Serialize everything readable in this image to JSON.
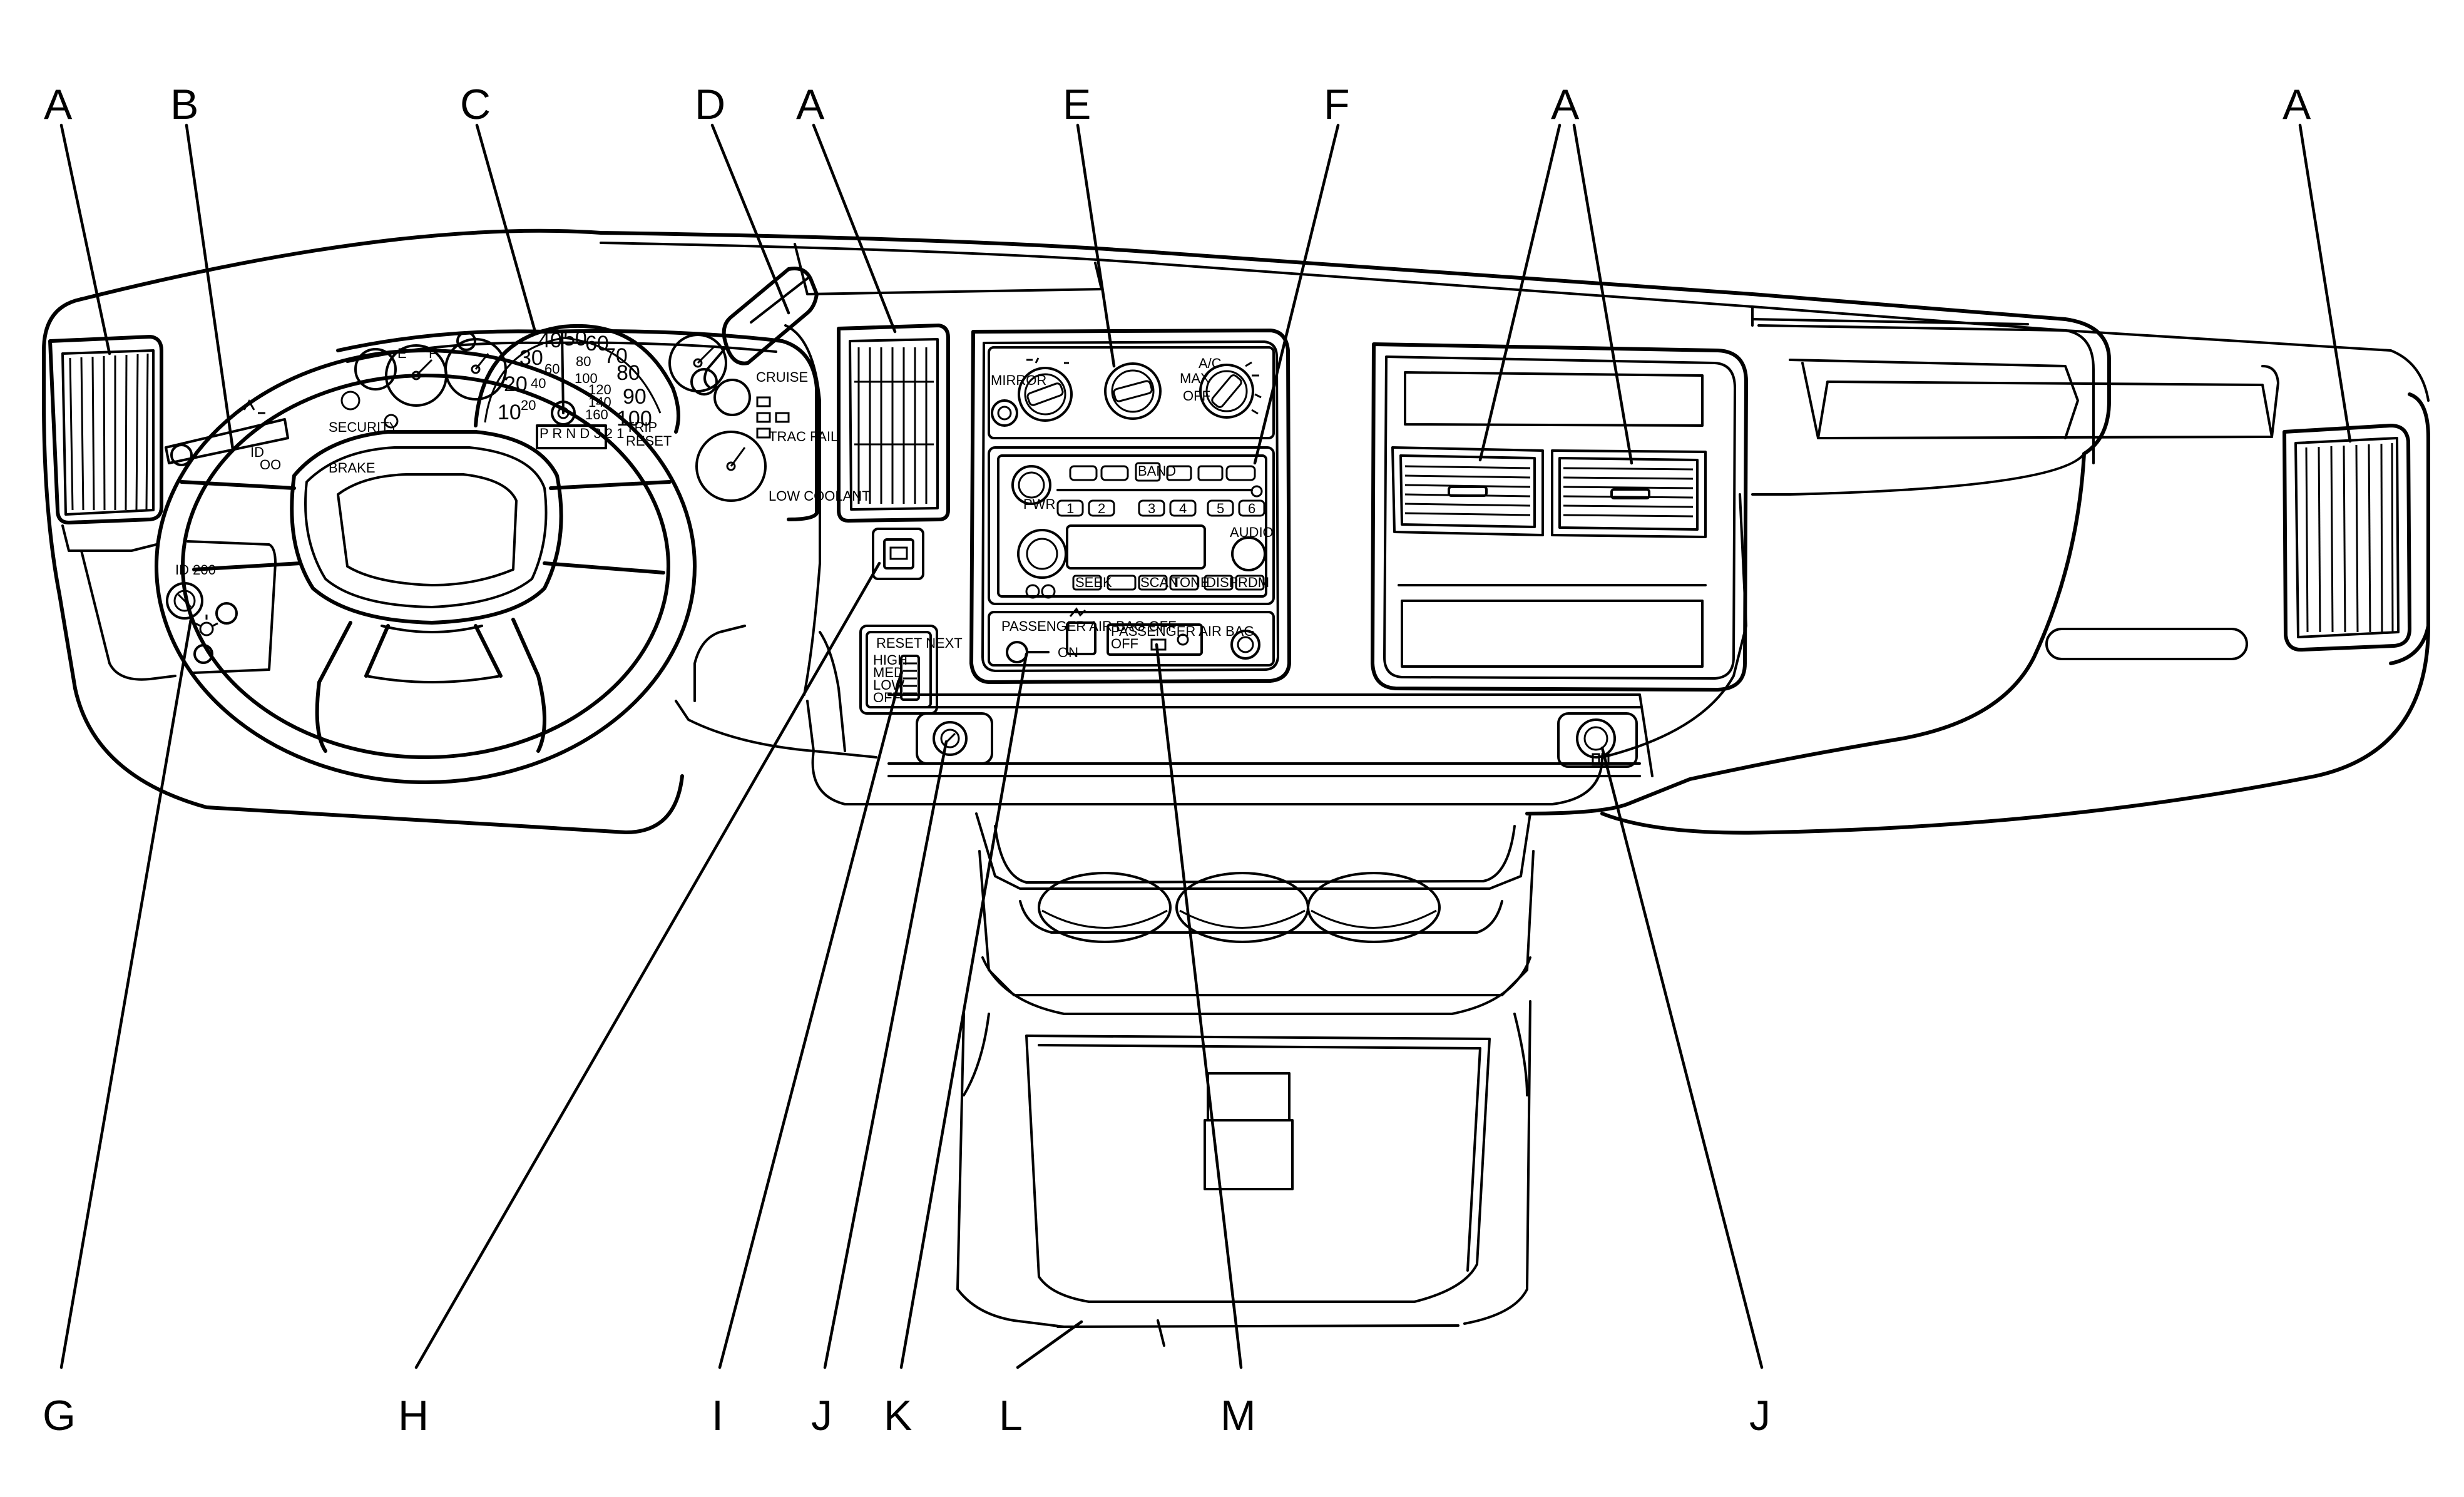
{
  "callouts": {
    "top": [
      {
        "id": "A1",
        "text": "A"
      },
      {
        "id": "B",
        "text": "B"
      },
      {
        "id": "C",
        "text": "C"
      },
      {
        "id": "D",
        "text": "D"
      },
      {
        "id": "A2",
        "text": "A"
      },
      {
        "id": "E",
        "text": "E"
      },
      {
        "id": "F",
        "text": "F"
      },
      {
        "id": "A3",
        "text": "A"
      },
      {
        "id": "A4",
        "text": "A"
      }
    ],
    "bottom": [
      {
        "id": "G",
        "text": "G"
      },
      {
        "id": "H",
        "text": "H"
      },
      {
        "id": "I",
        "text": "I"
      },
      {
        "id": "J1",
        "text": "J"
      },
      {
        "id": "K",
        "text": "K"
      },
      {
        "id": "L",
        "text": "L"
      },
      {
        "id": "M",
        "text": "M"
      },
      {
        "id": "J2",
        "text": "J"
      }
    ]
  },
  "cluster": {
    "speed_numbers": [
      "10",
      "20",
      "30",
      "40",
      "50",
      "60",
      "70",
      "80",
      "90",
      "100"
    ],
    "kmh_numbers": [
      "20",
      "40",
      "60",
      "80",
      "100",
      "120",
      "140",
      "160"
    ],
    "prndl": "P R N D 3 2 1",
    "trip_label": "TRIP",
    "reset_label": "RESET",
    "security_label": "SECURITY",
    "brake_label": "BRAKE",
    "low_coolant_label": "LOW COOLANT",
    "trac_label": "TRAC FAIL",
    "cruise_label": "CRUISE"
  },
  "climate": {
    "mirror_label": "MIRROR",
    "ac_label": "A/C",
    "max_label": "MAX",
    "off_label": "OFF"
  },
  "radio": {
    "presets": [
      "1",
      "2",
      "3",
      "4",
      "5",
      "6"
    ],
    "audio_label": "AUDIO",
    "pwr_label": "PWR",
    "band_label": "BAND",
    "seek_label": "SEEK",
    "scan_label": "SCAN",
    "tone_label": "TONE",
    "disp_label": "DISP",
    "rdm_label": "RDM"
  },
  "lower_switches": {
    "blower_title": "RESET NEXT",
    "blower_settings": [
      "HIGH",
      "MED",
      "LOW",
      "OFF"
    ],
    "passenger_key_title": "PASSENGER AIR BAG OFF",
    "key_on_label": "ON",
    "airbag_status_label": "PASSENGER AIR BAG",
    "airbag_off_label": "OFF"
  },
  "colors": {
    "line": "#000000",
    "background": "#ffffff"
  }
}
